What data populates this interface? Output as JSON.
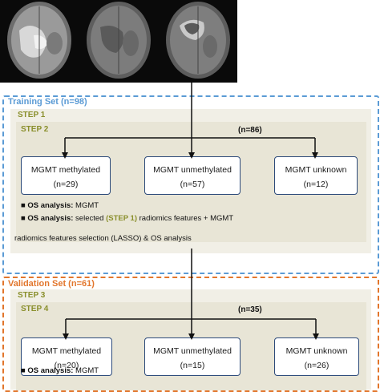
{
  "training": {
    "title": "Training Set (n=98)",
    "step1": "STEP 1",
    "step2": "STEP 2",
    "count": "(n=86)",
    "groups": [
      {
        "name": "MGMT methylated",
        "n": "(n=29)"
      },
      {
        "name": "MGMT unmethylated",
        "n": "(n=57)"
      },
      {
        "name": "MGMT unknown",
        "n": "(n=12)"
      }
    ],
    "bullets": [
      {
        "bold": "OS analysis:",
        "text": " MGMT",
        "ref": "",
        "tail": ""
      },
      {
        "bold": "OS analysis:",
        "text": " selected ",
        "ref": "(STEP 1)",
        "tail": " radiomics features + MGMT"
      }
    ],
    "note": "radiomics features selection (LASSO)  &  OS analysis"
  },
  "validation": {
    "title": "Validation Set (n=61)",
    "step3": "STEP 3",
    "step4": "STEP 4",
    "count": "(n=35)",
    "groups": [
      {
        "name": "MGMT methylated",
        "n": "(n=20)"
      },
      {
        "name": "MGMT unmethylated",
        "n": "(n=15)"
      },
      {
        "name": "MGMT unknown",
        "n": "(n=26)"
      }
    ],
    "bullets": [
      {
        "bold": "OS analysis:",
        "text": " MGMT"
      }
    ]
  },
  "colors": {
    "training_border": "#5b9bd5",
    "validation_border": "#e2762c",
    "step_label": "#8a8f2c",
    "box_border": "#2c4a7a"
  }
}
